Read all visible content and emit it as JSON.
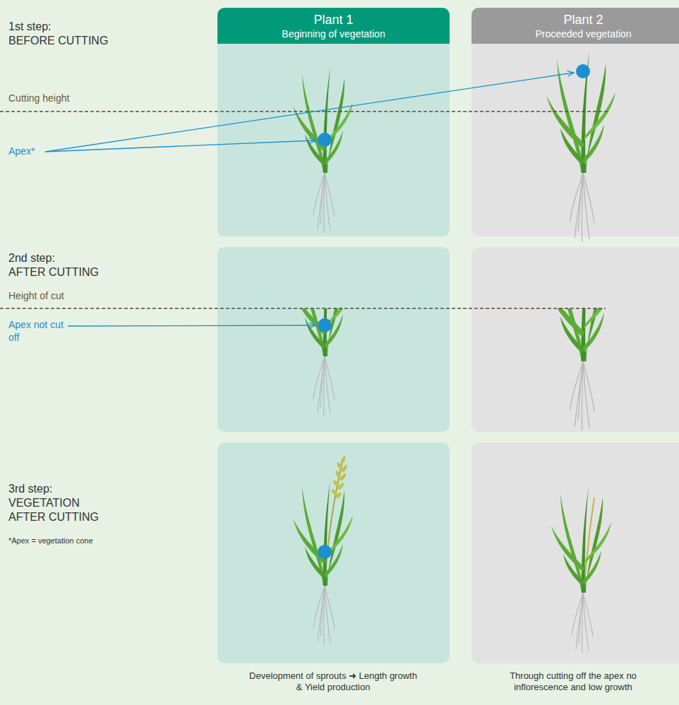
{
  "diagram": {
    "nodes": [
      {
        "text": [
          "Plant 1",
          "Beginning of vegetation"
        ]
      },
      {
        "text": [
          "Plant 2",
          "Proceeded vegetation"
        ]
      }
    ],
    "labels": [
      "1st step:",
      "BEFORE CUTTING",
      "Cutting height",
      "Apex*",
      "2nd step:",
      "AFTER CUTTING",
      "Height of cut",
      "Apex not cut off",
      "3rd step:",
      "VEGETATION AFTER CUTTING",
      "*Apex = vegetation cone",
      "Development of sprouts ➜ Length growth & Yield production",
      "Through cutting off the apex no inflorescence and low growth"
    ]
  }
}
